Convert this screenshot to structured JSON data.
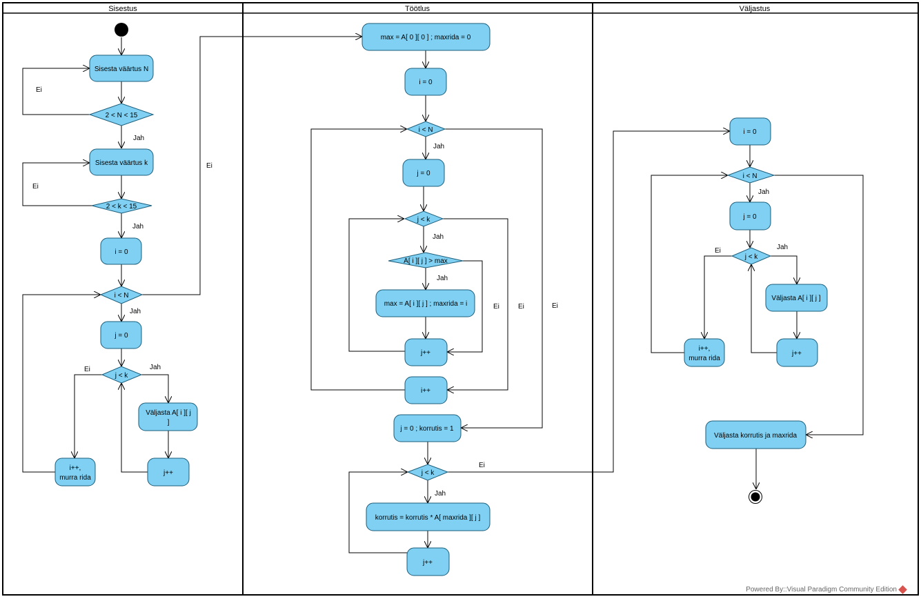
{
  "lanes": {
    "input": "Sisestus",
    "processing": "Töötlus",
    "output": "Väljastus"
  },
  "colors": {
    "node_fill": "#7FD0F2",
    "node_stroke": "#1b5c7a",
    "line": "#000000"
  },
  "nodes": {
    "s_enter_n": "Sisesta väärtus N",
    "s_cond_n": "2 < N < 15",
    "s_enter_k": "Sisesta väärtus k",
    "s_cond_k": "2 < k < 15",
    "s_i0": "i = 0",
    "s_cond_i": "i < N",
    "s_j0": "j = 0",
    "s_cond_j": "j < k",
    "s_print_a_1": "Väljasta A[ i ][ j",
    "s_print_a_2": "]",
    "s_jpp": "j++",
    "s_ipp_1": "i++,",
    "s_ipp_2": "murra rida",
    "t_max_init": "max = A[ 0 ][ 0 ] ; maxrida = 0",
    "t_i0": "i = 0",
    "t_cond_i": "i < N",
    "t_j0": "j = 0",
    "t_cond_j": "j < k",
    "t_cond_max": "A[ i ][ j ] > max",
    "t_set_max": "max = A[ i ][ j ] ; maxrida = i",
    "t_jpp": "j++",
    "t_ipp": "i++",
    "t_j0_prod": "j = 0 ; korrutis = 1",
    "t_cond_j2": "j < k",
    "t_prod": "korrutis = korrutis * A[ maxrida ][ j ]",
    "t_jpp2": "j++",
    "v_i0": "i = 0",
    "v_cond_i": "i < N",
    "v_j0": "j = 0",
    "v_cond_j": "j < k",
    "v_print_a": "Väljasta A[ i ][ j ]",
    "v_jpp": "j++",
    "v_ipp_1": "i++,",
    "v_ipp_2": "murra rida",
    "v_print_final": "Väljasta korrutis ja maxrida"
  },
  "labels": {
    "ei_1": "Ei",
    "jah_1": "Jah",
    "ei_2": "Ei",
    "jah_2": "Jah",
    "ei_3": "Ei",
    "jah_3": "Jah",
    "ei_4": "Ei",
    "jah_4": "Jah",
    "jah_5": "Jah",
    "jah_6": "Jah",
    "jah_7": "Jah",
    "ei_5": "Ei",
    "ei_6": "Ei",
    "ei_7": "Ei",
    "ei_8": "Ei",
    "jah_8": "Jah",
    "jah_9": "Jah",
    "ei_9": "Ei",
    "jah_10": "Jah"
  },
  "watermark": "Powered By::Visual Paradigm Community Edition"
}
